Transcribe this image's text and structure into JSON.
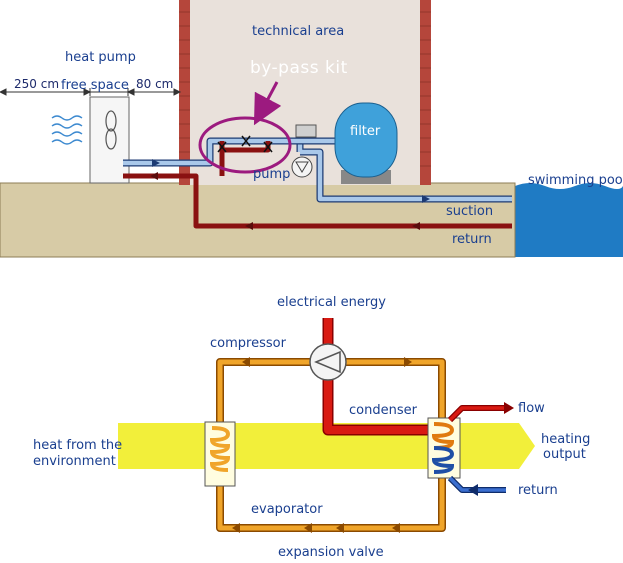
{
  "colors": {
    "ground": "#d7cba6",
    "ground_stroke": "#8c7d55",
    "brick": "#b5463b",
    "wall": "#e9e1db",
    "pool": "#1f7bc4",
    "pipe_cold": "#a9c8ea",
    "pipe_hot": "#8a1111",
    "highlight_circle": "#9c1a7f",
    "refrigerant": "#f0a52a",
    "energy": "#d91a12",
    "environment_band": "#f2ef3a",
    "flow_return_blue": "#1f4fa6"
  },
  "top": {
    "technical_area": "technical area",
    "heat_pump": "heat pump",
    "distance_left": "250 cm",
    "free_space": "free space",
    "distance_right": "80 cm",
    "bypass_kit": "by-pass kit",
    "filter": "filter",
    "pump": "pump",
    "swimming_pool": "swimming pool",
    "suction": "suction",
    "return": "return"
  },
  "bottom": {
    "electrical_energy": "electrical energy",
    "compressor": "compressor",
    "condenser": "condenser",
    "heat_from_line1": "heat from the",
    "heat_from_line2": "environment",
    "heating_line1": "heating",
    "heating_line2": "output",
    "flow": "flow",
    "return": "return",
    "evaporator": "evaporator",
    "expansion_valve": "expansion valve"
  }
}
